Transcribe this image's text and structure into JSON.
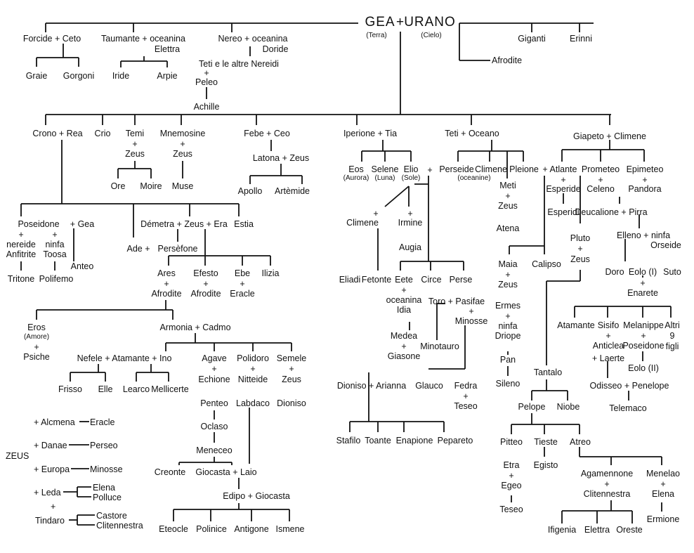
{
  "root": {
    "gea": "GEA",
    "plus": "+",
    "urano": "URANO",
    "terra": "(Terra)",
    "cielo": "(Cielo)"
  },
  "labels": {
    "forcide_ceto": "Forcide + Ceto",
    "taumante_oceanina": "Taumante + oceanina",
    "elettra_o": "Elettra",
    "nereo_oceanina": "Nereo + oceanina",
    "doride": "Doride",
    "giganti": "Giganti",
    "erinni": "Erinni",
    "afrodite_u": "Afrodite",
    "graie": "Graie",
    "gorgoni": "Gorgoni",
    "iride": "Iride",
    "arpie": "Arpie",
    "teti_nereidi": "Teti e le altre Nereidi",
    "plus_teti": "+",
    "peleo": "Peleo",
    "achille": "Achille",
    "crono_rea": "Crono + Rea",
    "crio": "Crio",
    "temi": "Temi",
    "temi_plus": "+",
    "temi_zeus": "Zeus",
    "mnemosine": "Mnemosine",
    "mnem_plus": "+",
    "mnem_zeus": "Zeus",
    "febe_ceo": "Febe + Ceo",
    "latona_zeus": "Latona + Zeus",
    "ore": "Ore",
    "moire": "Moire",
    "muse": "Muse",
    "apollo": "Apollo",
    "artemide": "Artèmide",
    "iperione_tia": "Iperione + Tia",
    "eos": "Eos",
    "aurora": "(Aurora)",
    "selene": "Selene",
    "luna": "(Luna)",
    "elio": "Elio",
    "sole": "(Sole)",
    "teti_oceano": "Teti + Oceano",
    "perseide": "Perseide",
    "climene_oc": "Climene",
    "oceanine": "(oceanine)",
    "pleione": "Pleione",
    "pleione_plus": "+",
    "atlante": "Atlante",
    "giapeto_climene": "Giapeto + Climene",
    "prometeo": "Prometeo",
    "epimeteo": "Epimeteo",
    "atl_plus": "+",
    "esperide": "Esperide",
    "esperidi": "Esperidi",
    "prom_plus": "+",
    "celeno": "Celeno",
    "epi_plus": "+",
    "pandora": "Pandora",
    "deucalione_pirra": "Deucalione + Pirra",
    "elleno_ninfa": "Elleno + ninfa",
    "orseide": "Orseide",
    "doro": "Doro",
    "eolo_1": "Eolo (I)",
    "suto": "Suto",
    "eolo_plus": "+",
    "enarete": "Enarete",
    "pluto": "Pluto",
    "pluto_plus": "+",
    "pluto_zeus": "Zeus",
    "poseidone": "Poseidone",
    "pos_gea": "+ Gea",
    "pos_plus1": "+",
    "nereide": "nereide",
    "anfitrite": "Anfitrite",
    "pos_plus2": "+",
    "ninfa": "ninfa",
    "toosa": "Toosa",
    "anteo": "Anteo",
    "tritone": "Tritone",
    "polifemo": "Polifemo",
    "demetra_zeus_era": "Démetra + Zeus + Era",
    "estia": "Estia",
    "ade_plus": "Ade   +",
    "persefone": "Persèfone",
    "ares": "Ares",
    "ares_plus": "+",
    "afrodite_a": "Afrodite",
    "efesto": "Efesto",
    "efesto_plus": "+",
    "afrodite_e": "Afrodite",
    "ebe": "Ebe",
    "ebe_plus": "+",
    "eracle_ebe": "Eracle",
    "ilizia": "Ilizia",
    "eros": "Eros",
    "amore": "(Amore)",
    "eros_plus": "+",
    "psiche": "Psiche",
    "armonia_cadmo": "Armonia + Cadmo",
    "nefele_atamante_ino": "Nefele + Atamante + Ino",
    "agave": "Agave",
    "agave_plus": "+",
    "echione": "Echione",
    "polidoro": "Polidoro",
    "poli_plus": "+",
    "nitteide": "Nitteide",
    "semele": "Semele",
    "semele_plus": "+",
    "semele_zeus": "Zeus",
    "frisso": "Frisso",
    "elle": "Elle",
    "learco": "Learco",
    "mellicerte": "Mellicerte",
    "penteo": "Penteo",
    "labdaco": "Labdaco",
    "dioniso_s": "Dioniso",
    "oclaso": "Oclaso",
    "meneceo": "Meneceo",
    "creonte": "Creonte",
    "giocasta_laio": "Giocasta + Laio",
    "edipo_giocasta": "Edipo + Giocasta",
    "eteocle": "Eteocle",
    "polinice": "Polinice",
    "antigone": "Antigone",
    "ismene": "Ismene",
    "zeus_big": "ZEUS",
    "alcmena": "+ Alcmena",
    "eracle_z": "Eracle",
    "danae": "+ Danae",
    "perseo": "Perseo",
    "europa": "+ Europa",
    "minosse_z": "Minosse",
    "leda": "+ Leda",
    "elena_z": "Elena",
    "polluce": "Polluce",
    "leda_plus": "+",
    "tindaro": "Tindaro",
    "castore": "Castore",
    "clitennestra_z": "Clitennestra",
    "elio_plus1": "+",
    "climene_e": "Climene",
    "elio_plus2": "+",
    "irmine": "Irmine",
    "elio_plus3": "+",
    "augia": "Augia",
    "eliadi": "Eliadi",
    "fetonte": "Fetonte",
    "eete": "Eete",
    "eete_plus": "+",
    "oceanina_idia": "oceanina",
    "idia": "Idia",
    "circe": "Circe",
    "perse": "Perse",
    "toro_pasifae": "Toro + Pasifae",
    "pasifae_plus": "+",
    "minosse_p": "Minosse",
    "medea": "Medea",
    "medea_plus": "+",
    "giasone": "Giasone",
    "minotauro": "Minotauro",
    "dioniso_arianna": "Dioniso + Arianna",
    "glauco": "Glauco",
    "fedra": "Fedra",
    "fedra_plus": "+",
    "teseo_f": "Teseo",
    "stafilo": "Stafilo",
    "toante": "Toante",
    "enapione": "Enapione",
    "pepareto": "Pepareto",
    "meti": "Meti",
    "meti_plus": "+",
    "meti_zeus": "Zeus",
    "atena": "Atena",
    "maia": "Maia",
    "maia_plus": "+",
    "maia_zeus": "Zeus",
    "ermes": "Ermes",
    "ermes_plus": "+",
    "ermes_ninfa": "ninfa",
    "driope": "Driope",
    "pan": "Pan",
    "sileno": "Sileno",
    "calipso": "Calipso",
    "tantalo": "Tantalo",
    "pelope": "Pelope",
    "niobe": "Niobe",
    "pitteo": "Pitteo",
    "etra": "Etra",
    "etra_plus": "+",
    "egeo": "Egeo",
    "teseo_e": "Teseo",
    "tieste": "Tieste",
    "egisto": "Egisto",
    "atreo": "Atreo",
    "agamennone": "Agamennone",
    "agam_plus": "+",
    "clitennestra_a": "Clitennestra",
    "menelao": "Menelao",
    "men_plus": "+",
    "elena_m": "Elena",
    "ermione": "Ermione",
    "ifigenia": "Ifigenia",
    "elettra_a": "Elettra",
    "oreste": "Oreste",
    "atamante": "Atamante",
    "sisifo": "Sisifo",
    "sisifo_plus": "+",
    "anticlea": "Anticlea",
    "laerte": "+ Laerte",
    "melanippe": "Melanippe",
    "melan_plus": "+",
    "poseidone_m": "Poseidone",
    "eolo_2": "Eolo (II)",
    "altri": "Altri",
    "nove": "9",
    "figli": "figli",
    "odisseo_penelope": "Odisseo + Penelope",
    "telemaco": "Telemaco"
  }
}
